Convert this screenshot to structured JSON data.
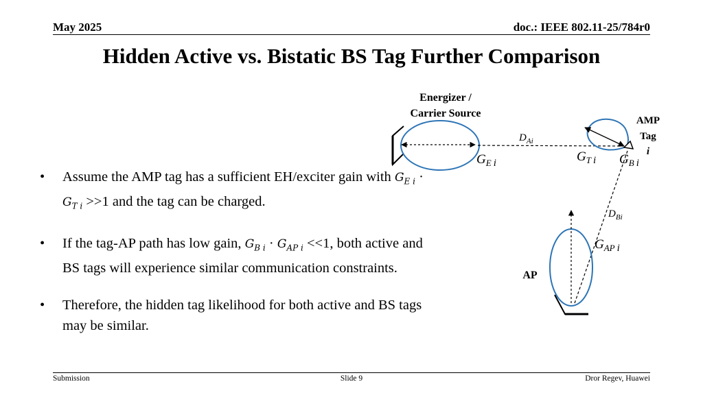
{
  "header": {
    "date": "May 2025",
    "doc": "doc.: IEEE 802.11-25/784r0"
  },
  "title": "Hidden Active vs. Bistatic BS Tag Further Comparison",
  "diagram": {
    "energizer_line1": "Energizer /",
    "energizer_line2": "Carrier Source",
    "amp_line1": "AMP",
    "amp_line2": "Tag",
    "amp_line3": "i",
    "ap_label": "AP",
    "d_ai": {
      "base": "D",
      "sub": "Ai"
    },
    "d_bi": {
      "base": "D",
      "sub": "Bi"
    },
    "g_ei": {
      "base": "G",
      "sub": "E",
      "idx": "i"
    },
    "g_ti": {
      "base": "G",
      "sub": "T",
      "idx": "i"
    },
    "g_bi": {
      "base": "G",
      "sub": "B",
      "idx": "i"
    },
    "g_api": {
      "base": "G",
      "sub": "AP",
      "idx": "i"
    }
  },
  "bullets": {
    "b1": {
      "pre": "Assume the AMP tag has a sufficient EH/exciter gain with ",
      "ge": "G",
      "ge_sub": "E i",
      "dot": " · ",
      "gt": "G",
      "gt_sub": "T i",
      "post": " >>1 and the tag can be charged."
    },
    "b2": {
      "pre": "If the tag-AP path has low gain, ",
      "gb": "G",
      "gb_sub": "B i",
      "dot": " · ",
      "gap": "G",
      "gap_sub": "AP i",
      "post": " <<1, both active and BS tags will experience similar communication constraints."
    },
    "b3": {
      "text": "Therefore, the hidden tag likelihood for both active and BS tags may be similar."
    }
  },
  "footer": {
    "left": "Submission",
    "center": "Slide 9",
    "right": "Dror Regev, Huawei"
  },
  "colors": {
    "ellipse": "#2e75b6"
  }
}
